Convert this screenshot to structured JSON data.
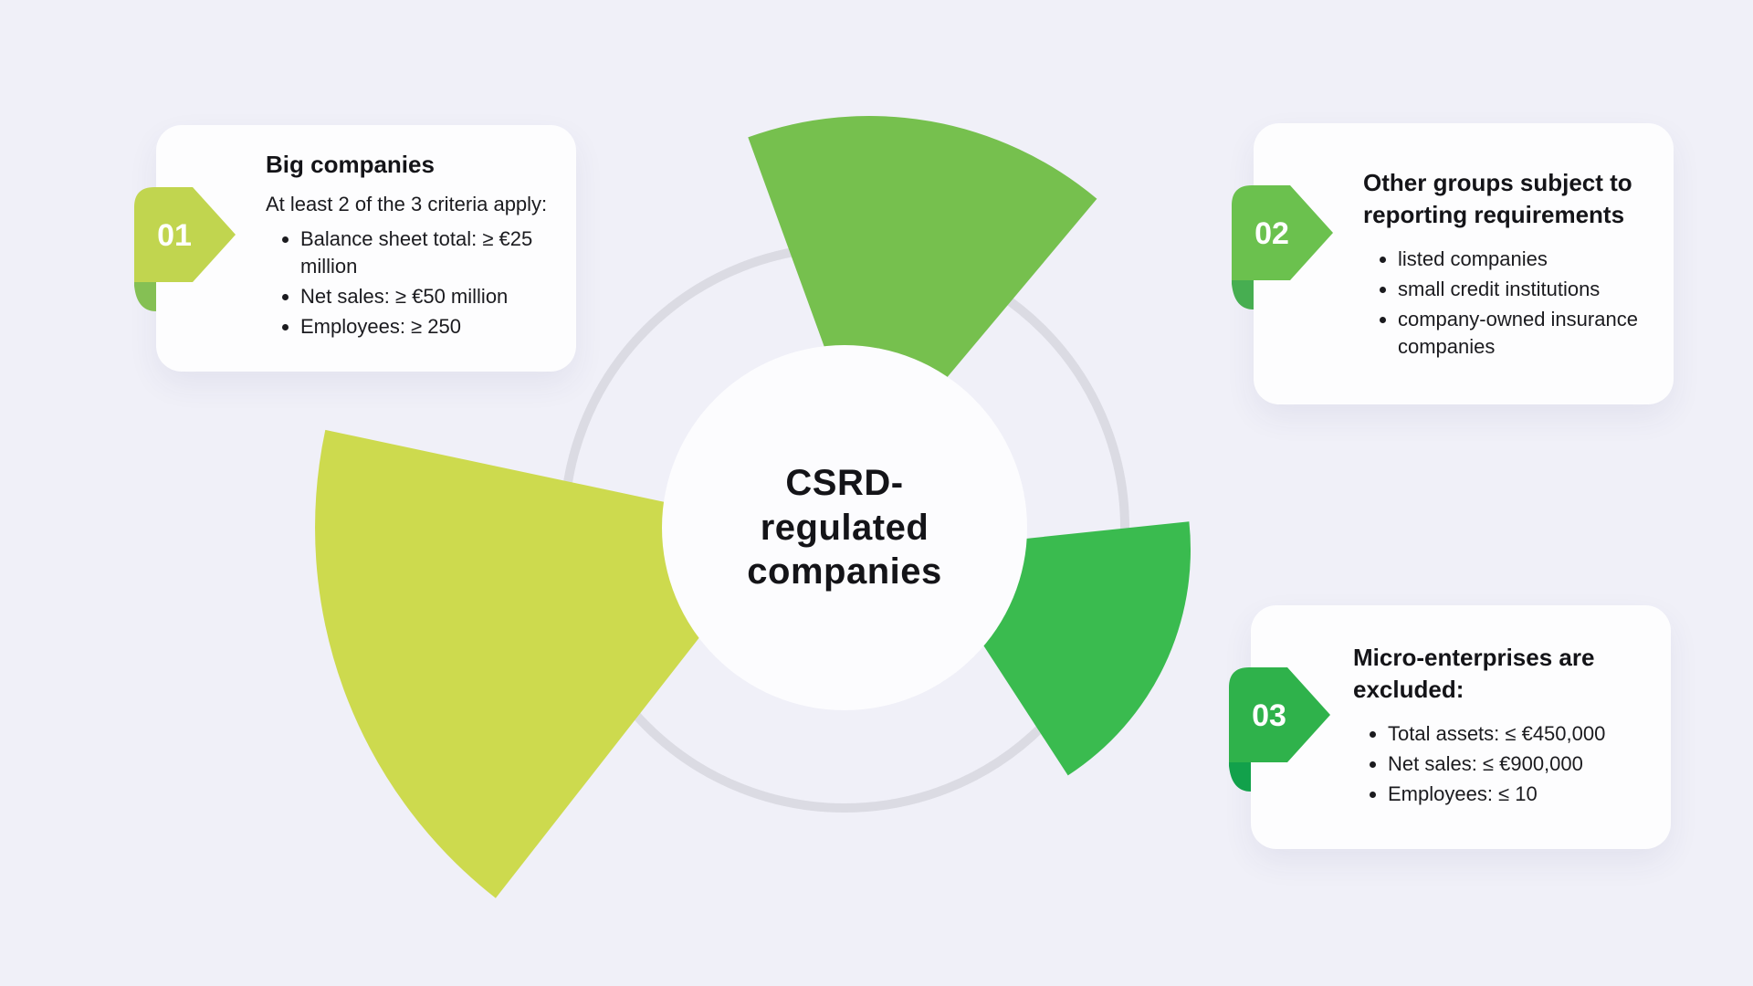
{
  "colors": {
    "background": "#f0f0f8",
    "card_bg": "#fdfdfe",
    "ring": "#dbdbe3",
    "center_circle": "#fcfcfe",
    "wedge_top": "#76c04e",
    "wedge_left": "#cdda4e",
    "wedge_right": "#3abb4f",
    "badge_number": "#ffffff",
    "text": "#141418"
  },
  "center": {
    "title": "CSRD-\nregulated\ncompanies"
  },
  "cards": [
    {
      "number": "01",
      "badge": {
        "bg": "#c1d54f",
        "fold": "#85c054"
      },
      "title": "Big companies",
      "intro": "At least 2 of the 3 criteria apply:",
      "bullets": [
        "Balance sheet total: ≥ €25 million",
        "Net sales: ≥ €50 million",
        "Employees: ≥ 250"
      ]
    },
    {
      "number": "02",
      "badge": {
        "bg": "#6bc14e",
        "fold": "#47ae51"
      },
      "title": "Other groups subject to\nreporting requirements",
      "intro": "",
      "bullets": [
        "listed companies",
        "small credit institutions",
        "company-owned insurance companies"
      ]
    },
    {
      "number": "03",
      "badge": {
        "bg": "#2fb24b",
        "fold": "#12a14b"
      },
      "title": "Micro-enterprises are\nexcluded:",
      "intro": "",
      "bullets": [
        "Total assets: ≤ €450,000",
        "Net sales: ≤ €900,000",
        "Employees: ≤ 10"
      ]
    }
  ]
}
